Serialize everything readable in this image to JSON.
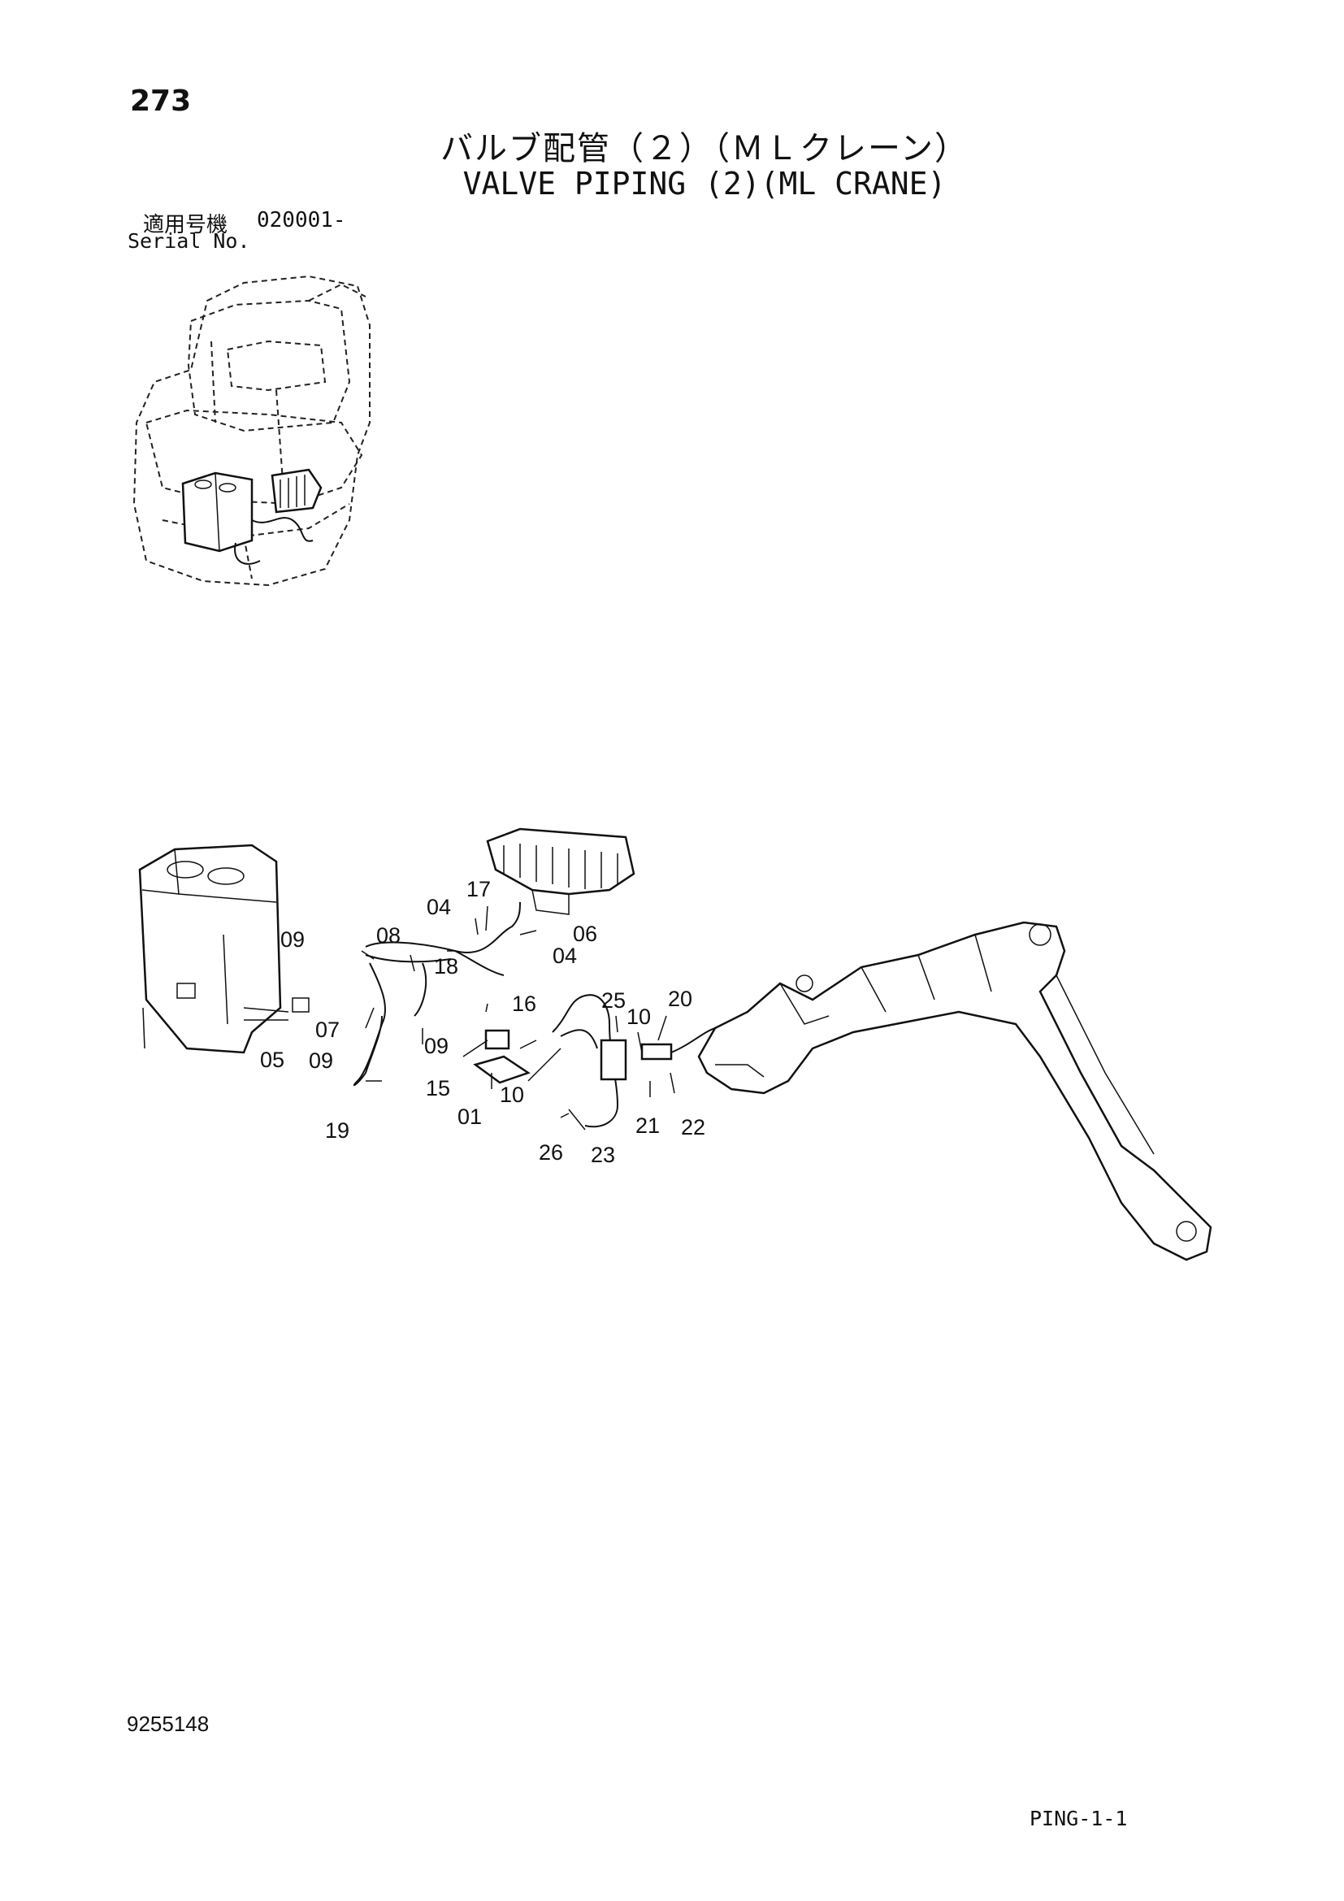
{
  "header": {
    "page_number": "273",
    "title_jp": "バルブ配管（２）（ＭＬクレーン）",
    "title_en": "VALVE PIPING (2)(ML CRANE)",
    "serial_label_jp": "適用号機",
    "serial_value": "020001-",
    "serial_label_en": "Serial No."
  },
  "callouts": [
    "04",
    "17",
    "06",
    "04",
    "08",
    "09",
    "18",
    "16",
    "25",
    "20",
    "10",
    "07",
    "09",
    "09",
    "05",
    "15",
    "10",
    "01",
    "21",
    "22",
    "19",
    "26",
    "23"
  ],
  "footer": {
    "doc_number": "9255148",
    "page_code": "PING-1-1"
  }
}
